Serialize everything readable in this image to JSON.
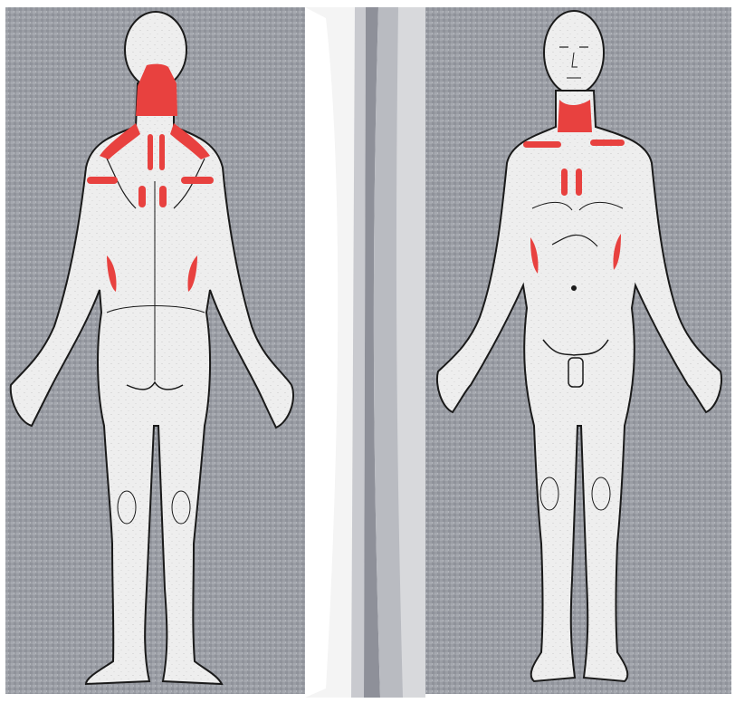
{
  "panels": [
    {
      "view": "back",
      "figure_name": "back-view-body-figure"
    },
    {
      "view": "front",
      "figure_name": "front-view-body-figure"
    }
  ],
  "colors": {
    "panel_texture": "#9a9da4",
    "body_fill": "#eeeeee",
    "body_outline": "#1a1a1a",
    "highlight": "#e8413f",
    "fold_light": "#f4f4f4",
    "fold_shadow": "#8e9099"
  },
  "highlight_regions": {
    "back": [
      "neck",
      "upper-trapezius-left",
      "upper-trapezius-right",
      "rhomboid-left",
      "rhomboid-right",
      "shoulder-left",
      "shoulder-right",
      "scapula-lower-left",
      "scapula-lower-right",
      "latissimus-left",
      "latissimus-right"
    ],
    "front": [
      "neck",
      "clavicle-left",
      "clavicle-right",
      "sternum-left",
      "sternum-right",
      "ribcage-side-left",
      "ribcage-side-right"
    ]
  }
}
